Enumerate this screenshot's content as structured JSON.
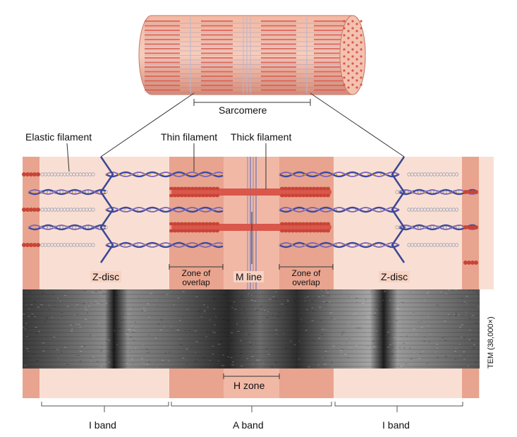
{
  "labels": {
    "sarcomere": "Sarcomere",
    "elastic_filament": "Elastic filament",
    "thin_filament": "Thin filament",
    "thick_filament": "Thick filament",
    "z_disc_left": "Z-disc",
    "z_disc_right": "Z-disc",
    "zone_overlap_left": "Zone of overlap",
    "zone_overlap_right": "Zone of overlap",
    "m_line": "M line",
    "h_zone": "H zone",
    "i_band_left": "I band",
    "a_band": "A band",
    "i_band_right": "I band",
    "tem": "TEM (38,000×)"
  },
  "colors": {
    "light_band": "#f9dfd3",
    "dark_band": "#e8a48f",
    "overlap_band": "#e39a86",
    "thick_filament": "#d9574b",
    "thin_filament": "#3d4aa0",
    "z_disc": "#3b4794",
    "elastic": "#9aa0b8"
  }
}
